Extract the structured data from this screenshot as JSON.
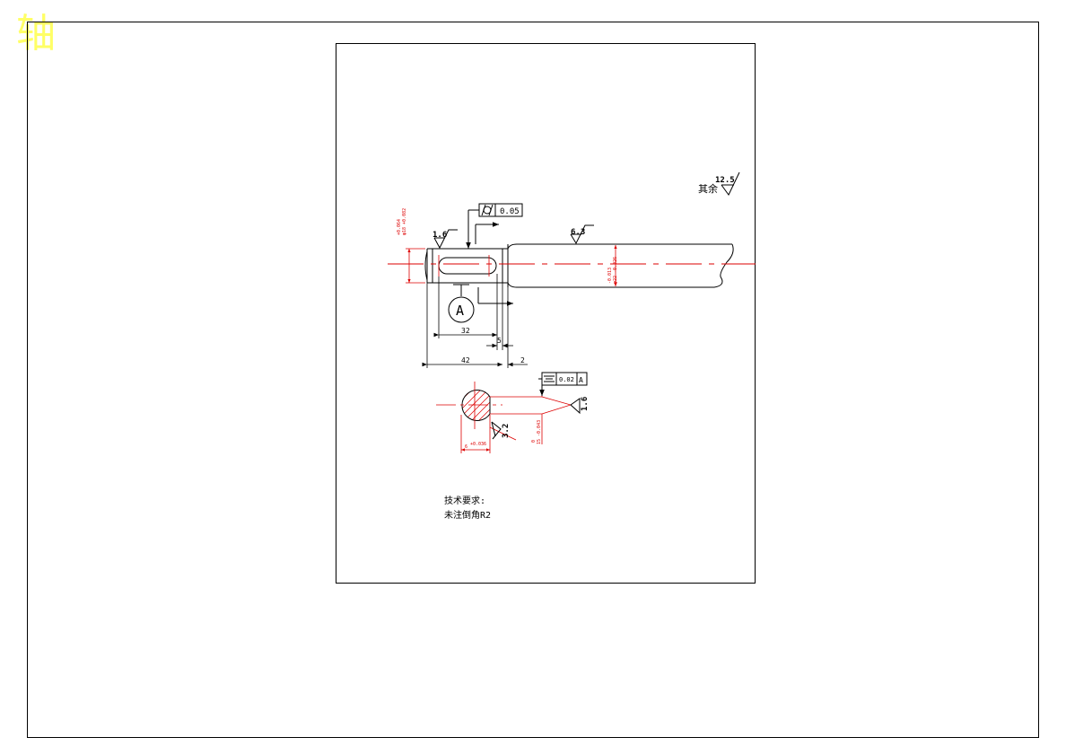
{
  "title": "轴",
  "general_roughness": {
    "prefix": "其余",
    "value": "12.5"
  },
  "roughness": {
    "left_shaft": "1.6",
    "main_shaft": "6.3",
    "keyway_side": "3.2",
    "keyway_bottom": "1.6"
  },
  "tolerances": {
    "left_dia_upper": "+0.064",
    "left_dia_lower": "φ18 +0.082",
    "main_dia_upper": "-0.013",
    "main_dia_lower": "φ22 -0.026",
    "keyway_width": "6",
    "keyway_width_tol": "+0.036",
    "keyway_depth_upper": "0",
    "keyway_depth_lower": "15 -0.043"
  },
  "gdt": {
    "cylindricity": {
      "value": "0.05"
    },
    "symmetry": {
      "value": "0.02",
      "datum": "A"
    }
  },
  "datum_label": "A",
  "dimensions": {
    "d32": "32",
    "d5": "5",
    "d42": "42",
    "d2": "2"
  },
  "notes": {
    "heading": "技术要求:",
    "line1": "未注倒角R2"
  },
  "colors": {
    "line": "#000000",
    "dim": "#dd0000",
    "title": "#ffff66"
  }
}
